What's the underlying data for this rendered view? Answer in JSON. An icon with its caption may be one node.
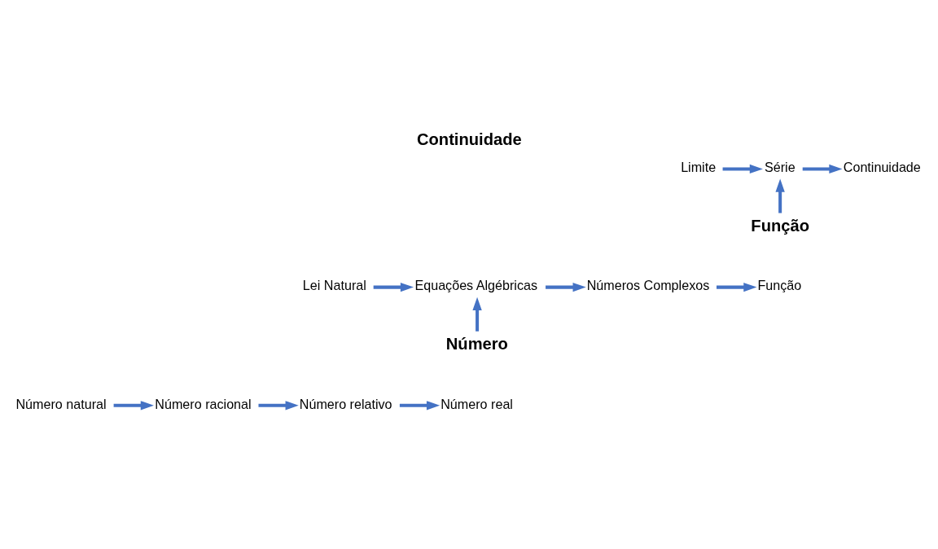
{
  "diagram": {
    "title": "Continuidade",
    "nodes": [
      {
        "text": [
          "Limite"
        ]
      },
      {
        "text": [
          "Série"
        ]
      },
      {
        "text": [
          "Continuidade"
        ]
      },
      {
        "text": [
          "Função"
        ]
      },
      {
        "text": [
          "Lei Natural"
        ]
      },
      {
        "text": [
          "Equações Algébricas"
        ]
      },
      {
        "text": [
          "Números Complexos"
        ]
      },
      {
        "text": [
          "Função"
        ]
      },
      {
        "text": [
          "Número"
        ]
      },
      {
        "text": [
          "Número natural"
        ]
      },
      {
        "text": [
          "Número racional"
        ]
      },
      {
        "text": [
          "Número relativo"
        ]
      },
      {
        "text": [
          "Número real"
        ]
      }
    ],
    "edges": [
      {
        "from": 0,
        "to": 1,
        "arrow": "to"
      },
      {
        "from": 1,
        "to": 2,
        "arrow": "to"
      },
      {
        "from": 3,
        "to": 1,
        "arrow": "to"
      },
      {
        "from": 4,
        "to": 5,
        "arrow": "to"
      },
      {
        "from": 5,
        "to": 6,
        "arrow": "to"
      },
      {
        "from": 6,
        "to": 7,
        "arrow": "to"
      },
      {
        "from": 8,
        "to": 5,
        "arrow": "to"
      },
      {
        "from": 9,
        "to": 10,
        "arrow": "to"
      },
      {
        "from": 10,
        "to": 11,
        "arrow": "to"
      },
      {
        "from": 11,
        "to": 12,
        "arrow": "to"
      }
    ]
  }
}
